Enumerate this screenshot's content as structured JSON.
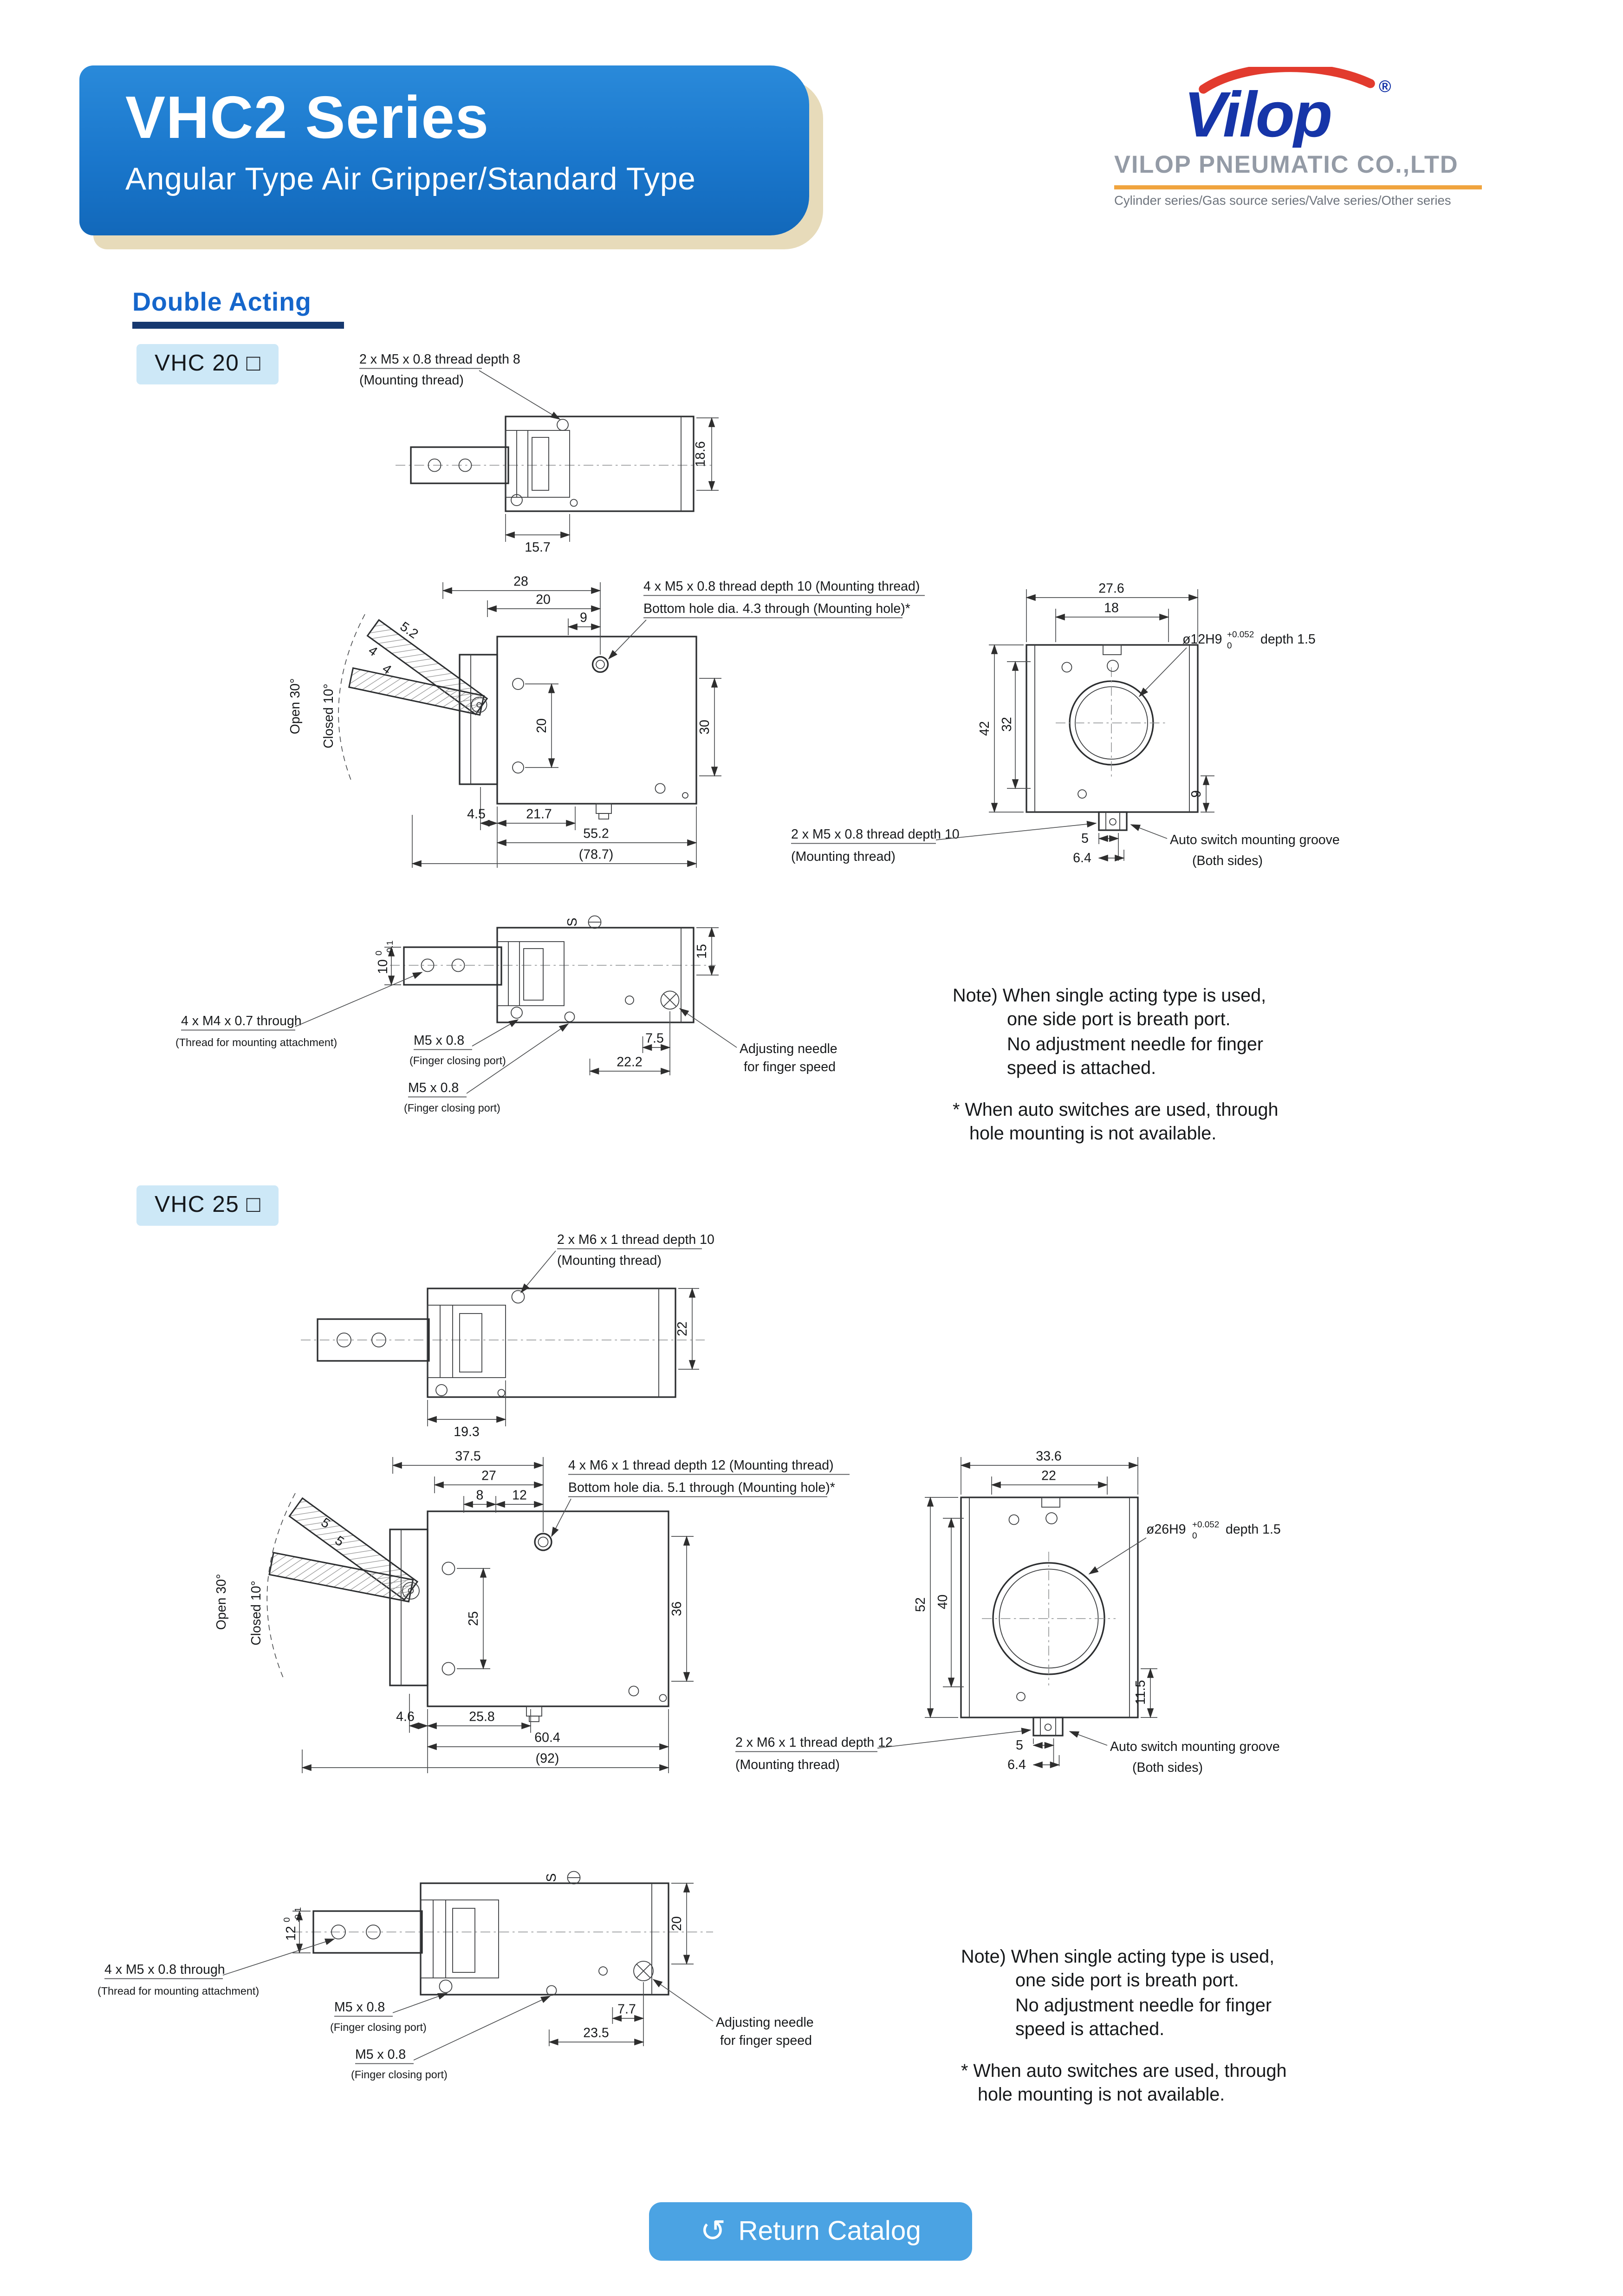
{
  "colors": {
    "banner_blue": "#1a77cc",
    "logo_blue": "#1635a8",
    "swoosh_red": "#e23b2e",
    "accent_orange": "#f0a43e",
    "section_blue": "#1566cb",
    "badge_bg": "#cde8f7",
    "button_blue": "#4ba3e3"
  },
  "header": {
    "title": "VHC2 Series",
    "subtitle": "Angular Type Air Gripper/Standard Type",
    "logo": {
      "wordmark": "Vilop",
      "registered": "®",
      "company": "VILOP PNEUMATIC CO.,LTD",
      "tagline": "Cylinder series/Gas source series/Valve series/Other series"
    }
  },
  "section_title": "Double Acting",
  "vhc20": {
    "badge": "VHC 20 □",
    "top": {
      "thread": "2 x M5 x 0.8 thread depth 8",
      "thread_sub": "(Mounting thread)",
      "h": "18.6",
      "w": "15.7"
    },
    "front": {
      "d1": "28",
      "d2": "20",
      "d3": "9",
      "d4": "5.2",
      "d5": "4",
      "d6": "4",
      "open": "Open 30°",
      "closed": "Closed 10°",
      "v1": "20",
      "v2": "30",
      "b1": "4.5",
      "b2": "21.7",
      "b3": "55.2",
      "b4": "(78.7)",
      "thread": "4 x M5 x 0.8 thread depth 10 (Mounting thread)",
      "hole": "Bottom hole dia. 4.3 through (Mounting hole)*"
    },
    "back": {
      "t1": "27.6",
      "t2": "18",
      "bore": "ø12H9",
      "bore_sup": "+0.052",
      "bore_sub": "0",
      "bore_depth": "depth 1.5",
      "v1": "42",
      "v2": "32",
      "v3": "9",
      "b1": "5",
      "b2": "6.4",
      "thread": "2 x M5 x 0.8 thread depth 10",
      "thread_sub": "(Mounting thread)",
      "groove": "Auto switch mounting groove",
      "groove_sub": "(Both sides)"
    },
    "bottom": {
      "tol_main": "10",
      "tol_sup": "0",
      "tol_sub": "-0.1",
      "v1": "15",
      "s": "S",
      "attach": "4 x M4 x 0.7 through",
      "attach_sub": "(Thread for mounting attachment)",
      "port1": "M5 x 0.8",
      "port1_sub": "(Finger closing port)",
      "port2": "M5 x 0.8",
      "port2_sub": "(Finger closing port)",
      "d1": "7.5",
      "d2": "22.2",
      "needle1": "Adjusting needle",
      "needle2": "for finger speed"
    },
    "note": {
      "l1": "Note) When single acting type is used,",
      "l2": "one side port is breath port.",
      "l3": "No adjustment needle for finger",
      "l4": "speed is attached.",
      "l5": "* When auto switches are used, through",
      "l6": "hole mounting is not available."
    }
  },
  "vhc25": {
    "badge": "VHC 25 □",
    "top": {
      "thread": "2 x M6 x 1 thread depth 10",
      "thread_sub": "(Mounting thread)",
      "h": "22",
      "w": "19.3"
    },
    "front": {
      "d1": "37.5",
      "d2": "27",
      "d3": "8",
      "d4": "12",
      "d5": "5",
      "d6": "5",
      "open": "Open 30°",
      "closed": "Closed 10°",
      "v1": "25",
      "v2": "36",
      "b1": "4.6",
      "b2": "25.8",
      "b3": "60.4",
      "b4": "(92)",
      "thread": "4 x M6 x 1 thread depth 12 (Mounting thread)",
      "hole": "Bottom hole dia. 5.1 through (Mounting hole)*"
    },
    "back": {
      "t1": "33.6",
      "t2": "22",
      "bore": "ø26H9",
      "bore_sup": "+0.052",
      "bore_sub": "0",
      "bore_depth": "depth 1.5",
      "v1": "52",
      "v2": "40",
      "v3": "11.5",
      "b1": "5",
      "b2": "6.4",
      "thread": "2 x M6 x 1 thread depth 12",
      "thread_sub": "(Mounting thread)",
      "groove": "Auto switch mounting groove",
      "groove_sub": "(Both sides)"
    },
    "bottom": {
      "tol_main": "12",
      "tol_sup": "0",
      "tol_sub": "-0.1",
      "v1": "20",
      "s": "S",
      "attach": "4 x M5 x 0.8 through",
      "attach_sub": "(Thread for mounting attachment)",
      "port1": "M5 x 0.8",
      "port1_sub": "(Finger closing port)",
      "port2": "M5 x 0.8",
      "port2_sub": "(Finger closing port)",
      "d1": "7.7",
      "d2": "23.5",
      "needle1": "Adjusting needle",
      "needle2": "for finger speed"
    },
    "note": {
      "l1": "Note) When single acting type is used,",
      "l2": "one side port is breath port.",
      "l3": "No adjustment needle for finger",
      "l4": "speed is attached.",
      "l5": "* When auto switches are used, through",
      "l6": "hole mounting is not available."
    }
  },
  "footer": {
    "return_icon": "↺",
    "return_button": "Return Catalog"
  }
}
